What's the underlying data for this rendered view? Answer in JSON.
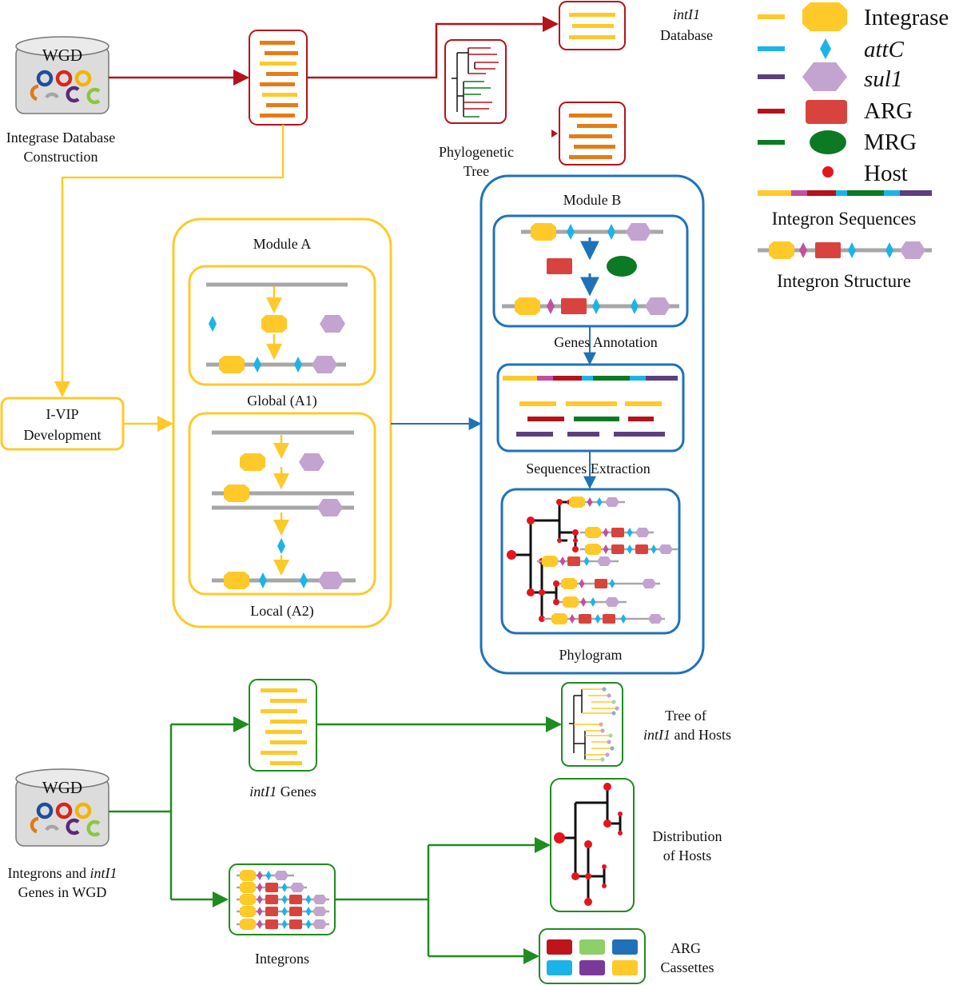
{
  "colors": {
    "integrase": "#FFC929",
    "attc": "#1BB4E8",
    "sul1": "#C3A3CF",
    "arg": "#D8433E",
    "arg_dark": "#B5121B",
    "mrg": "#0B7A22",
    "host": "#E8141B",
    "flow_red": "#B5121B",
    "flow_yellow": "#FFC929",
    "flow_blue": "#1F72B8",
    "flow_green": "#1E8C1E",
    "orange_bar": "#E47C16",
    "gray_bar": "#A7A7A7",
    "wgd_box": "#DCDCDC"
  },
  "wgd_top": {
    "label": "WGD",
    "caption": [
      "Integrase Database",
      "Construction"
    ]
  },
  "wgd_bottom": {
    "label": "WGD",
    "caption_line1": "Integrons and ",
    "caption_line1_italic": "intI1",
    "caption_line2": "Genes in WGD"
  },
  "intl1_database": {
    "title_italic": "intI1",
    "title": "Database"
  },
  "phylo_tree": {
    "caption": [
      "Phylogenetic",
      "Tree"
    ]
  },
  "ivip": {
    "label": [
      "I-VIP",
      "Development"
    ]
  },
  "module_a": {
    "title": "Module A",
    "global_label": "Global (A1)",
    "local_label": "Local (A2)"
  },
  "module_b": {
    "title": "Module B",
    "genes_annotation": "Genes Annotation",
    "sequences_extraction": "Sequences Extraction",
    "phylogram": "Phylogram"
  },
  "outputs": {
    "intl1_genes_italic": "intI1",
    "intl1_genes": " Genes",
    "integrons": "Integrons",
    "tree_line1": "Tree of",
    "tree_line2_italic": "intI1",
    "tree_line2": " and Hosts",
    "distribution": [
      "Distribution",
      "of Hosts"
    ],
    "arg_cassettes": [
      "ARG",
      "Cassettes"
    ]
  },
  "legend": {
    "items": [
      {
        "label": "Integrase",
        "italic": false,
        "icon": "octagon-icon"
      },
      {
        "label": "attC",
        "italic": true,
        "icon": "diamond-icon"
      },
      {
        "label": "sul1",
        "italic": true,
        "icon": "hexagon-icon"
      },
      {
        "label": "ARG",
        "italic": false,
        "icon": "rounded-rect-icon"
      },
      {
        "label": "MRG",
        "italic": false,
        "icon": "ellipse-icon"
      },
      {
        "label": "Host",
        "italic": false,
        "icon": "dot-icon"
      }
    ],
    "integron_sequences": "Integron Sequences",
    "integron_structure": "Integron Structure"
  }
}
